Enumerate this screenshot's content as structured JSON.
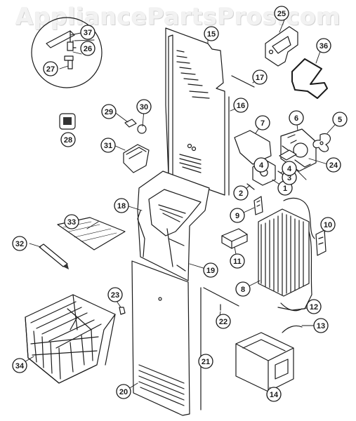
{
  "watermark": "AppliancePartsPros.com",
  "callouts": [
    "1",
    "2",
    "3",
    "4",
    "4",
    "5",
    "6",
    "7",
    "8",
    "9",
    "10",
    "11",
    "12",
    "13",
    "14",
    "15",
    "16",
    "17",
    "18",
    "19",
    "20",
    "21",
    "22",
    "23",
    "24",
    "25",
    "26",
    "27",
    "28",
    "29",
    "30",
    "31",
    "32",
    "33",
    "34",
    "36",
    "37"
  ],
  "colors": {
    "line": "#1a1a1a",
    "background": "#ffffff",
    "watermark": "#e8e8e8"
  }
}
